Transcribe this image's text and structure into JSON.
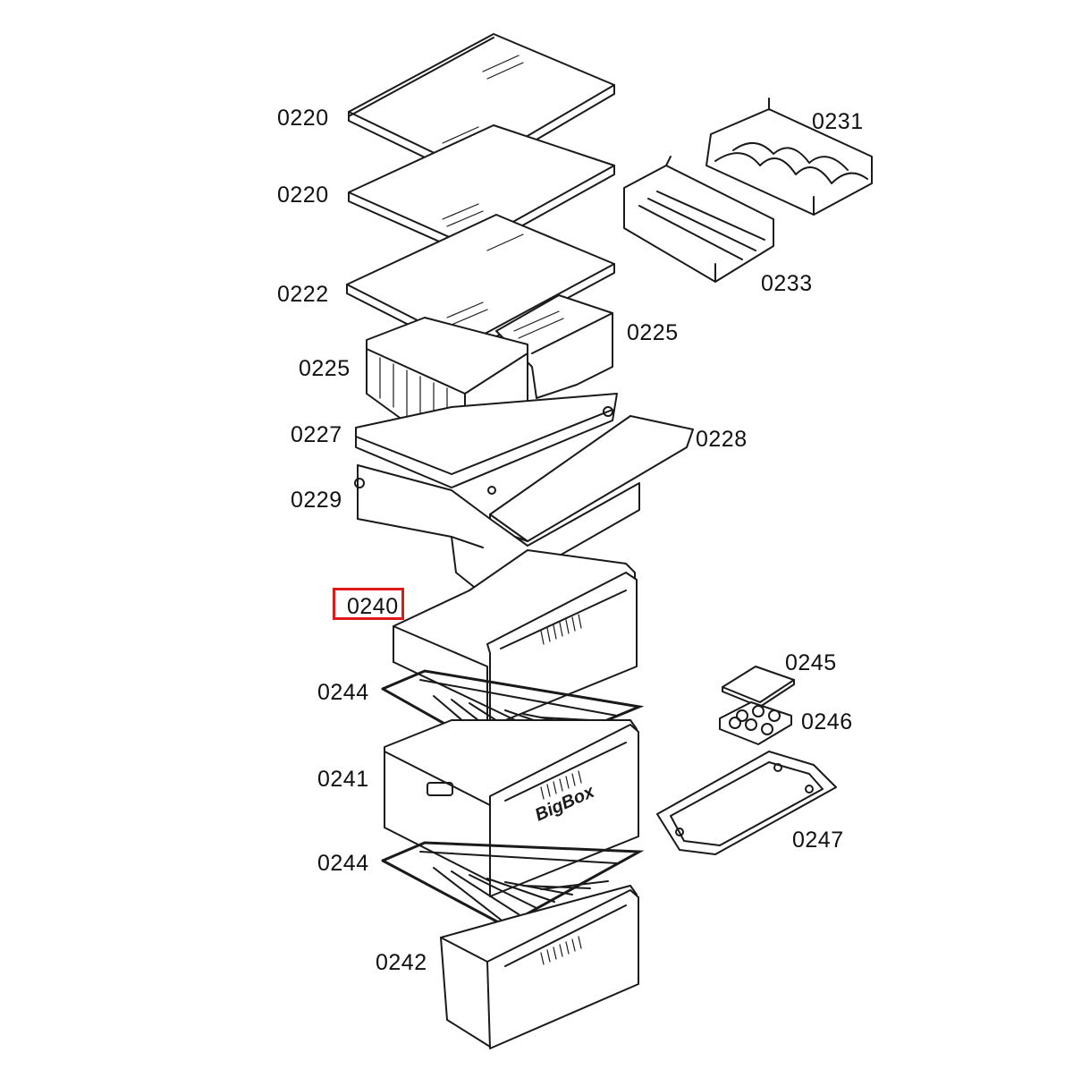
{
  "parts": [
    {
      "id": "shelf-1",
      "label": "0220"
    },
    {
      "id": "shelf-2",
      "label": "0220"
    },
    {
      "id": "shelf-3",
      "label": "0222"
    },
    {
      "id": "wine-rack",
      "label": "0231"
    },
    {
      "id": "bottle-rack",
      "label": "0233"
    },
    {
      "id": "tray-right",
      "label": "0225"
    },
    {
      "id": "tray-left",
      "label": "0225"
    },
    {
      "id": "cover-frame",
      "label": "0227"
    },
    {
      "id": "flap",
      "label": "0228"
    },
    {
      "id": "crisper-box",
      "label": "0229"
    },
    {
      "id": "drawer-top",
      "label": "0240",
      "highlighted": true
    },
    {
      "id": "egg-lid",
      "label": "0245"
    },
    {
      "id": "egg-tray",
      "label": "0246"
    },
    {
      "id": "grid-1",
      "label": "0244"
    },
    {
      "id": "drawer-big",
      "label": "0241"
    },
    {
      "id": "ice-tray",
      "label": "0247"
    },
    {
      "id": "grid-2",
      "label": "0244"
    },
    {
      "id": "drawer-bottom",
      "label": "0242"
    }
  ],
  "drawer_big_logo": "BigBox",
  "highlight_color": "#e01818"
}
